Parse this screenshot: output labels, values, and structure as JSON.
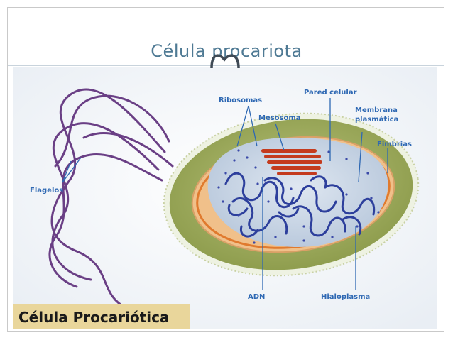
{
  "slide": {
    "title": "Célula procariota"
  },
  "diagram": {
    "labels": {
      "ribosomas": "Ribosomas",
      "pared_celular": "Pared celular",
      "mesosoma": "Mesosoma",
      "membrana_line1": "Membrana",
      "membrana_line2": "plasmática",
      "fimbrias": "Fimbrias",
      "flagelos": "Flagelos",
      "adn": "ADN",
      "hialoplasma": "Hialoplasma"
    },
    "caption": "Célula Procariótica"
  },
  "colors": {
    "title": "#4f7a94",
    "label": "#2e68b3",
    "capsule": "#9aa85a",
    "membrane": "#e07a2e",
    "cytoplasm": "#c6d4e4",
    "dna": "#2d3f9c",
    "mesosome": "#c43b1e",
    "flagella": "#6a3f85",
    "caption_band": "#e9d69b"
  }
}
